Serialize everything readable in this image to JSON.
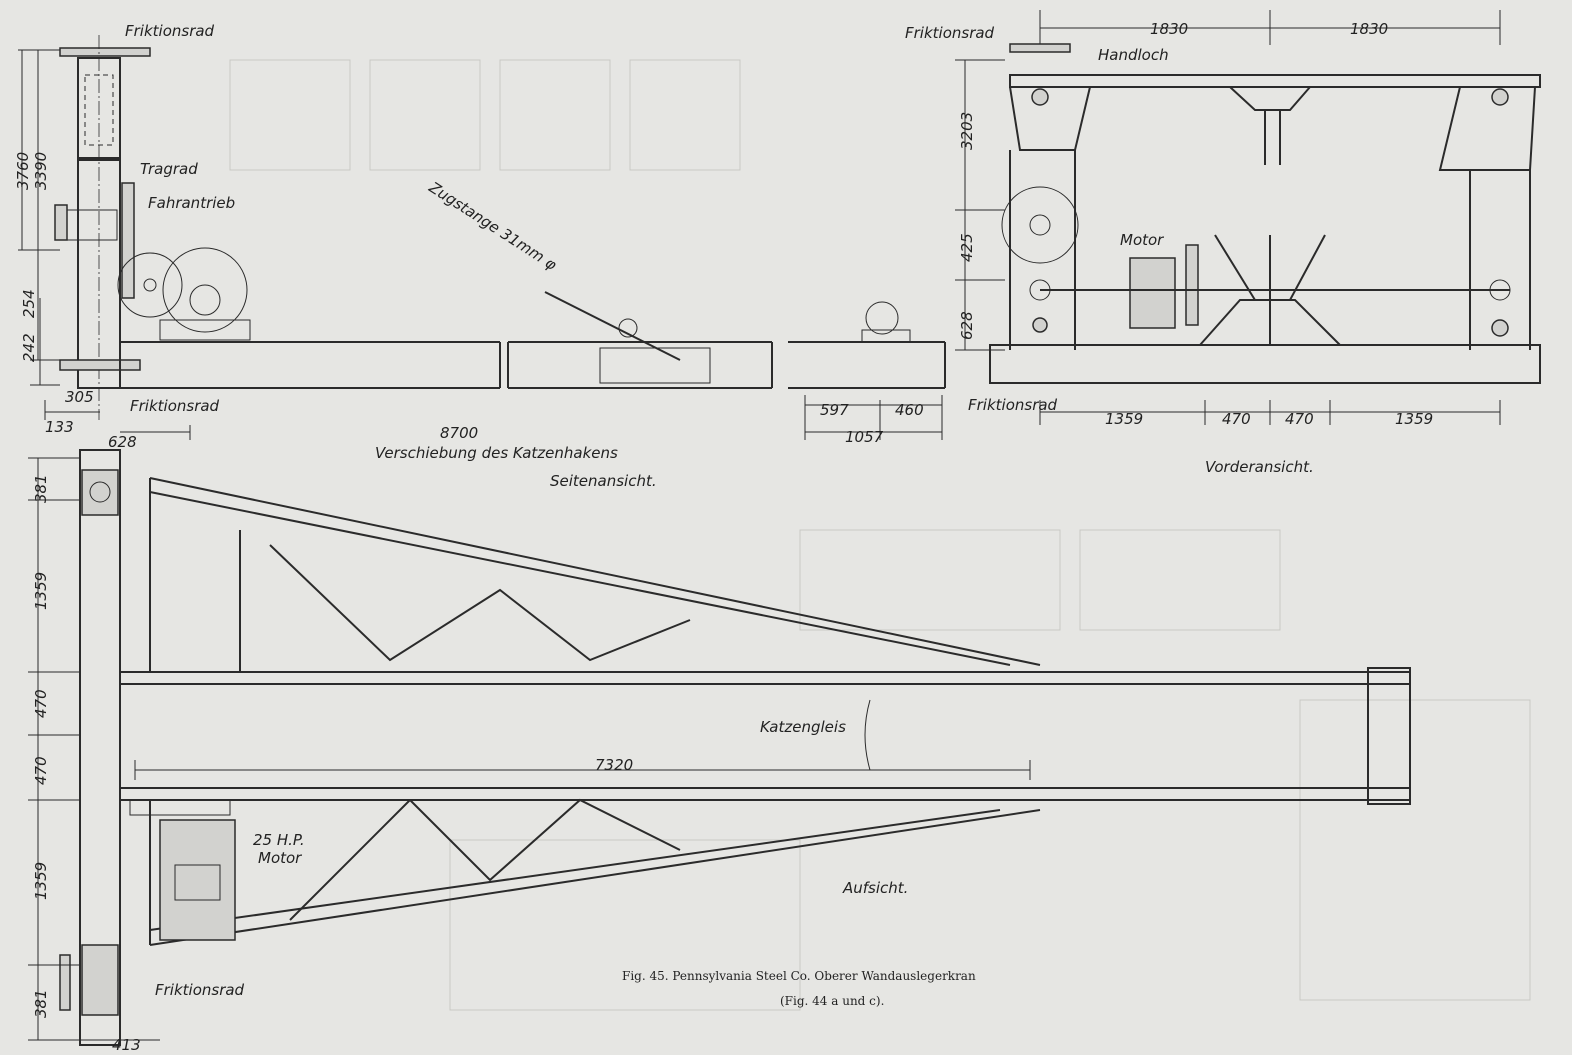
{
  "side_view": {
    "friktionsrad_top": "Friktionsrad",
    "tragrad": "Tragrad",
    "fahrantrieb": "Fahrantrieb",
    "dim_3760": "3760",
    "dim_3390": "3390",
    "dim_254": "254",
    "dim_242": "242",
    "dim_305": "305",
    "dim_133": "133",
    "dim_628": "628",
    "friktionsrad_bottom": "Friktionsrad",
    "zugstange": "Zugstange 31mm φ",
    "dim_8700": "8700",
    "dim_597": "597",
    "dim_460": "460",
    "dim_1057": "1057",
    "verschiebung": "Verschiebung des Katzenhakens",
    "title": "Seitenansicht."
  },
  "front_view": {
    "friktionsrad_top": "Friktionsrad",
    "handloch": "Handloch",
    "dim_1830_left": "1830",
    "dim_1830_right": "1830",
    "dim_3203": "3203",
    "dim_425": "425",
    "dim_628": "628",
    "motor": "Motor",
    "friktionsrad_bottom": "Friktionsrad",
    "dim_1359_left": "1359",
    "dim_470_left": "470",
    "dim_470_right": "470",
    "dim_1359_right": "1359",
    "title": "Vorderansicht."
  },
  "plan_view": {
    "dim_381_top": "381",
    "dim_1359_top": "1359",
    "dim_470_a": "470",
    "dim_470_b": "470",
    "dim_1359_bottom": "1359",
    "dim_381_bottom": "381",
    "dim_413": "413",
    "katzengleis": "Katzengleis",
    "dim_7320": "7320",
    "motor_hp": "25 H.P.",
    "motor": "Motor",
    "title": "Aufsicht.",
    "friktionsrad": "Friktionsrad"
  },
  "caption": {
    "line1": "Fig. 45.  Pennsylvania Steel Co.  Oberer Wandauslegerkran",
    "line2": "(Fig. 44 a und c)."
  }
}
